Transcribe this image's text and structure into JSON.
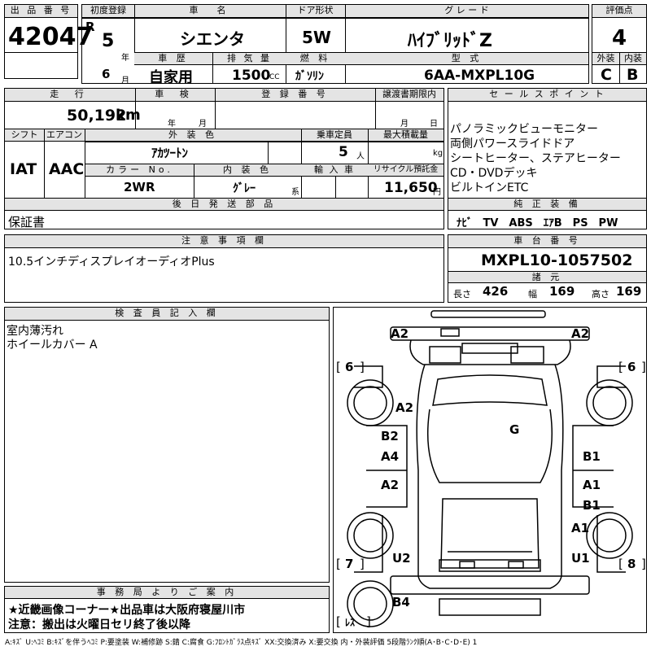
{
  "header": {
    "lot_label": "出 品 番 号",
    "lot_no": "42047",
    "reg_label": "初度登録",
    "era": "R",
    "year": "5",
    "year_unit": "年",
    "month": "6",
    "month_unit": "月",
    "car_name_label": "車　名",
    "car_name": "シエンタ",
    "history_label": "車 歴",
    "history": "自家用",
    "displacement_label": "排 気 量",
    "displacement": "1500",
    "cc": "CC",
    "door_label": "ドア形状",
    "door": "5W",
    "fuel_label": "燃 料",
    "fuel": "ｶﾞｿﾘﾝ",
    "grade_label": "グ レ ー ド",
    "grade": "ﾊｲﾌﾞﾘｯﾄﾞZ",
    "model_label": "型 式",
    "model": "6AA-MXPL10G",
    "score_label": "評価点",
    "score": "4",
    "ext_label": "外装",
    "ext": "C",
    "int_label": "内装",
    "int": "B"
  },
  "row2": {
    "mileage_label": "走 行",
    "mileage": "50,192",
    "km": "km",
    "inspection_label": "車 検",
    "insp_year_unit": "年",
    "insp_month_unit": "月",
    "regno_label": "登 録 番 号",
    "transfer_label": "譲渡書期限内",
    "transfer_month_unit": "月",
    "transfer_day_unit": "日",
    "shift_label": "シフト",
    "shift": "IAT",
    "ac_label": "エアコン",
    "ac": "AAC",
    "color_label": "外 装 色",
    "color": "ｱｶﾂｰﾄﾝ",
    "capacity_label": "乗車定員",
    "capacity": "5",
    "capacity_unit": "人",
    "load_label": "最大積載量",
    "load_unit": "kg",
    "color_no_label": "カラー No.",
    "color_no": "2WR",
    "interior_color_label": "内 装 色",
    "interior_color": "ｸﾞﾚｰ",
    "interior_color_unit": "系",
    "import_label": "輸 入 車",
    "recycle_label": "リサイクル預託金",
    "recycle": "11,650",
    "recycle_unit": "円",
    "later_label": "後 日 発 送 部 品",
    "later": "保証書"
  },
  "sales": {
    "label": "セ ー ル ス ポ イ ン ト",
    "points": [
      "パノラミックビューモニター",
      "両側パワースライドドア",
      "シートヒーター、ステアヒーター",
      "CD・DVDデッキ",
      "ビルトインETC"
    ],
    "equip_label": "純 正 装 備",
    "equipment": "ﾅﾋﾞ　TV　ABS　ｴｱB　PS　PW"
  },
  "notes": {
    "label": "注 意 事 項 欄",
    "text": "10.5インチディスプレイオーディオPlus"
  },
  "chassis": {
    "label": "車 台 番 号",
    "number": "MXPL10-1057502",
    "dims_label": "諸 元",
    "length_label": "長さ",
    "length": "426",
    "width_label": "幅",
    "width": "169",
    "height_label": "高さ",
    "height": "169"
  },
  "inspector": {
    "label": "検 査 員 記 入 欄",
    "lines": [
      "室内薄汚れ",
      "ホイールカバー A"
    ]
  },
  "office": {
    "label": "事 務 局 よ り ご 案 内",
    "lines": [
      "★近畿画像コーナー★出品車は大阪府寝屋川市",
      "注意：搬出は火曜日セリ終了後以降"
    ]
  },
  "legend": "A:ｷｽﾞ U:ﾍｺﾐ B:ｷｽﾞを伴うﾍｺﾐ P:要塗装 W:補修跡 S:錆 C:腐食 G:ﾌﾛﾝﾄｶﾞﾗｽ点ｷｽﾞ XX:交換済み X:要交換 内・外装評価 5段階ﾗﾝｸ順(A･B･C･D･E) 1",
  "diagram": {
    "marks": [
      "A2",
      "A2",
      "A2",
      "B2",
      "A4",
      "A2",
      "B1",
      "A1",
      "B1",
      "A1",
      "U2",
      "U1",
      "B4",
      "G"
    ],
    "tire_labels": [
      "6",
      "6",
      "7",
      "8",
      "ﾚｽ"
    ]
  }
}
